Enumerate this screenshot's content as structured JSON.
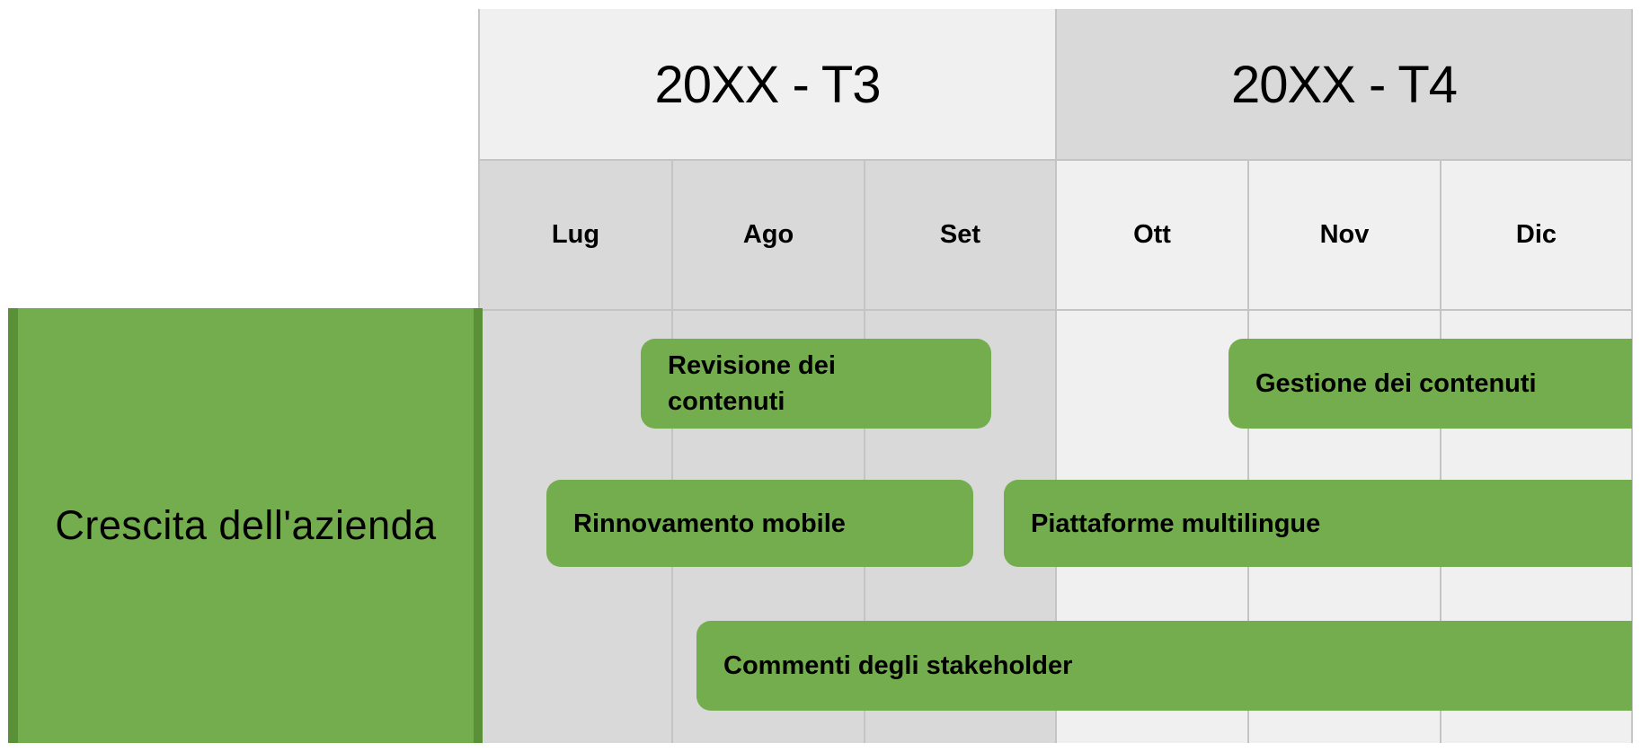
{
  "colors": {
    "accent_green": "#74ad4e",
    "accent_green_dark": "#5a9138",
    "cell_light": "#f0f0f1",
    "cell_dark": "#d9d9da",
    "grid_line": "#c4c4c4"
  },
  "timeline": {
    "quarters": [
      {
        "label": "20XX - T3",
        "shade": "light"
      },
      {
        "label": "20XX - T4",
        "shade": "dark"
      }
    ],
    "months": [
      {
        "label": "Lug",
        "shade": "dark"
      },
      {
        "label": "Ago",
        "shade": "dark"
      },
      {
        "label": "Set",
        "shade": "dark"
      },
      {
        "label": "Ott",
        "shade": "light"
      },
      {
        "label": "Nov",
        "shade": "light"
      },
      {
        "label": "Dic",
        "shade": "light"
      }
    ]
  },
  "category": {
    "label": "Crescita dell'azienda"
  },
  "tasks": [
    {
      "label": "Revisione dei contenuti",
      "start_month": "Ago",
      "end_month": "Set",
      "row": 1
    },
    {
      "label": "Gestione dei contenuti",
      "start_month": "Nov",
      "end_month": "Dic",
      "row": 1
    },
    {
      "label": "Rinnovamento mobile",
      "start_month": "Lug",
      "end_month": "Set",
      "row": 2
    },
    {
      "label": "Piattaforme multilingue",
      "start_month": "Set",
      "end_month": "Dic",
      "row": 2
    },
    {
      "label": "Commenti degli stakeholder",
      "start_month": "Ago",
      "end_month": "Dic",
      "row": 3
    }
  ]
}
